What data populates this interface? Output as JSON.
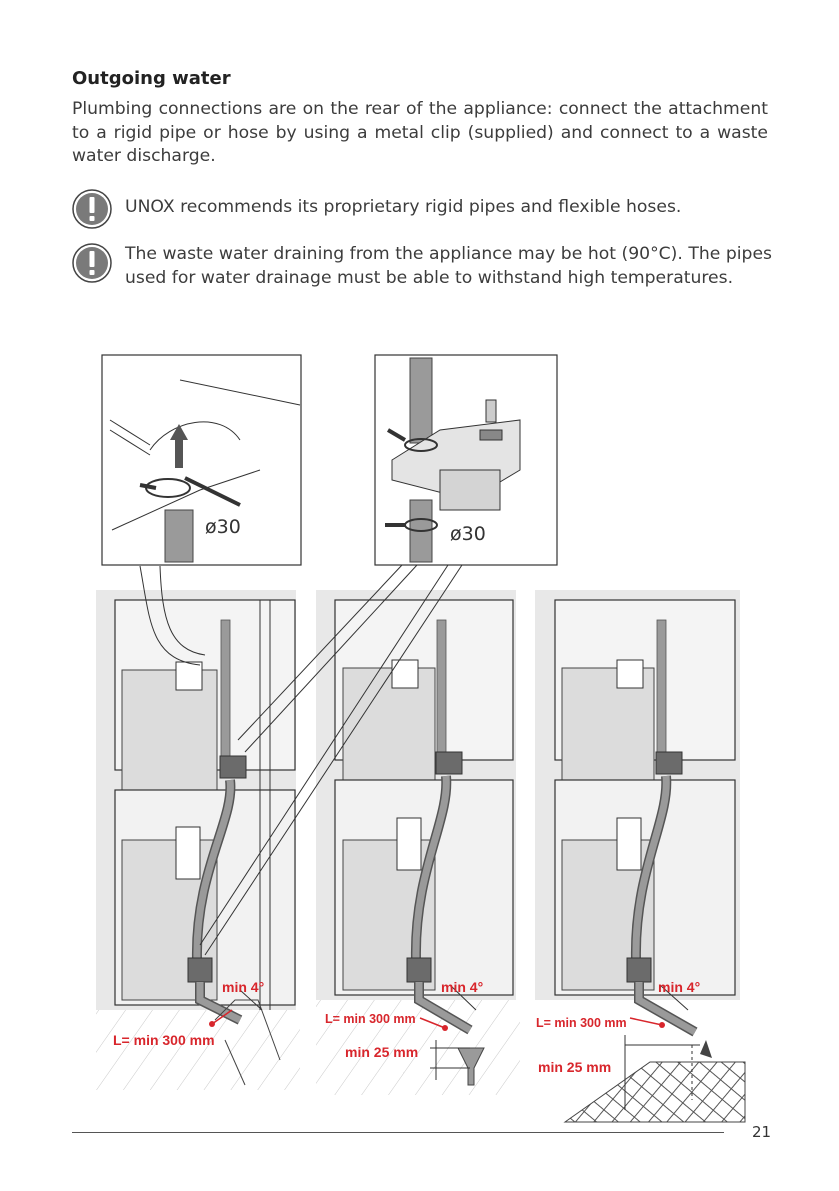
{
  "section": {
    "title": "Outgoing water",
    "intro": "Plumbing connections are on the rear of the appliance: connect the attachment to a rigid pipe or hose by using a metal clip (supplied) and connect to a waste water discharge."
  },
  "notes": [
    {
      "icon": "exclamation-icon",
      "text": "UNOX recommends its proprietary rigid pipes and flexible hoses."
    },
    {
      "icon": "exclamation-icon",
      "text": "The waste water draining from the appliance may be hot (90°C). The pipes used for water drainage must be able to withstand high temperatures."
    }
  ],
  "figure": {
    "detail_left_label": "ø30",
    "detail_right_label": "ø30",
    "panels": [
      {
        "slope_label": "min 4°",
        "length_label": "L= min 300 mm"
      },
      {
        "slope_label": "min 4°",
        "length_label": "L= min 300 mm",
        "gap_label": "min 25 mm"
      },
      {
        "slope_label": "min 4°",
        "length_label": "L= min 300 mm",
        "gap_label": "min 25 mm"
      }
    ],
    "colors": {
      "annotation": "#d8262c",
      "pipe": "#8a8a8a",
      "line": "#333333"
    }
  },
  "footer": {
    "page_number": "21"
  }
}
